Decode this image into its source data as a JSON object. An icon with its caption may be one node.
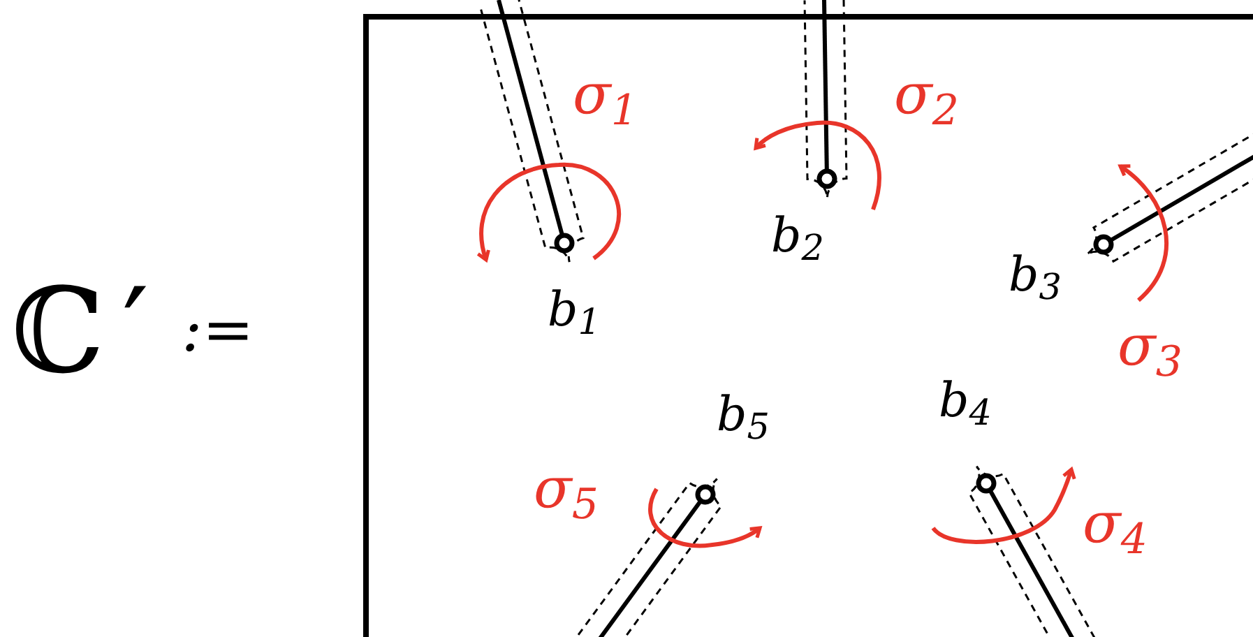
{
  "diagram": {
    "labels": [
      "ℂ′",
      ":=",
      "σ$_{1}$",
      "σ$_{2}$",
      "b$_{2}$",
      "b$_{3}$",
      "b$_{1}$",
      "σ$_{3}$",
      "b$_{4}$",
      "b$_{5}$",
      "σ$_{5}$",
      "σ$_{4}$"
    ]
  }
}
